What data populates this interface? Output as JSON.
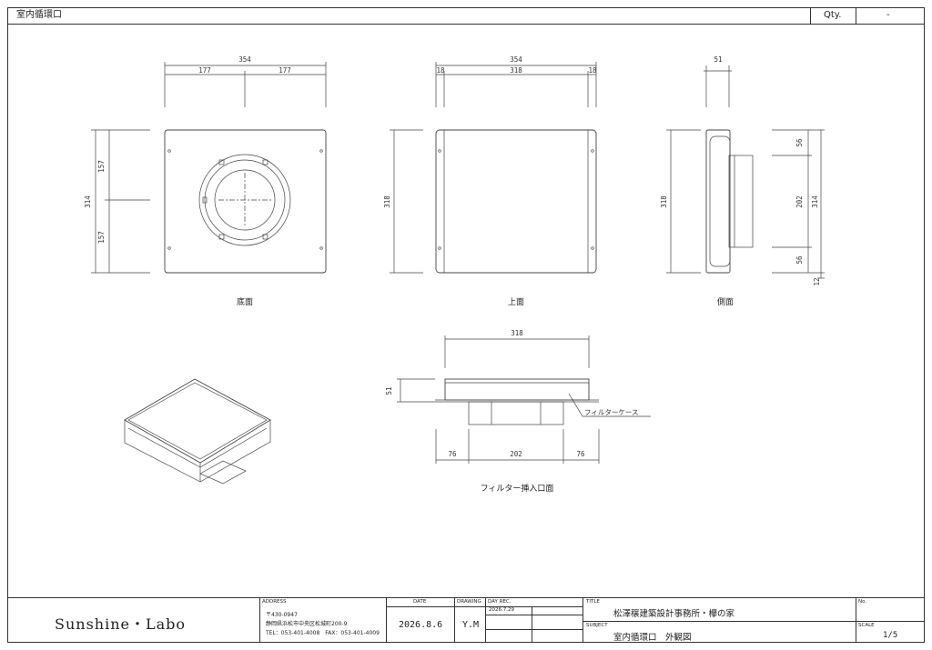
{
  "header": {
    "title": "室内循環口",
    "qty_label": "Qty.",
    "qty_value": "-"
  },
  "views": {
    "bottom": {
      "label": "底面",
      "dim_width": "354",
      "dim_half_left": "177",
      "dim_half_right": "177",
      "dim_height": "314",
      "dim_half_top": "157",
      "dim_half_bottom": "157"
    },
    "top": {
      "label": "上面",
      "dim_width": "354",
      "dim_left": "18",
      "dim_mid": "318",
      "dim_right": "18",
      "dim_height": "318"
    },
    "side": {
      "label": "側面",
      "dim_depth": "51",
      "dim_height_left": "318",
      "dim_top": "56",
      "dim_mid": "202",
      "dim_bottom": "56",
      "dim_total": "314",
      "dim_extra": "12"
    },
    "filter": {
      "label": "フィルター挿入口面",
      "dim_width": "318",
      "dim_height": "51",
      "dim_left": "76",
      "dim_mid": "202",
      "dim_right": "76",
      "callout": "フィルターケース"
    }
  },
  "title_block": {
    "company": "Sunshine・Labo",
    "address_label": "ADDRESS",
    "address_line1": "〒430-0947",
    "address_line2": "静岡県浜松市中央区松城町200-9",
    "address_line3": "TEL：053-401-4008　FAX：053-401-4009",
    "date_label": "DATE",
    "date_value": "2026.8.6",
    "drawing_label": "DRAWING",
    "drawing_value": "Y.M",
    "dayrec_label": "DAY REC.",
    "dayrec_value": "2026.7.29",
    "title_label": "TITLE",
    "title_value": "松澤穣建築設計事務所・欅の家",
    "subject_label": "SUBJECT",
    "subject_value": "室内循環口　外観図",
    "no_label": "No.",
    "scale_label": "SCALE",
    "scale_value": "1/5"
  }
}
